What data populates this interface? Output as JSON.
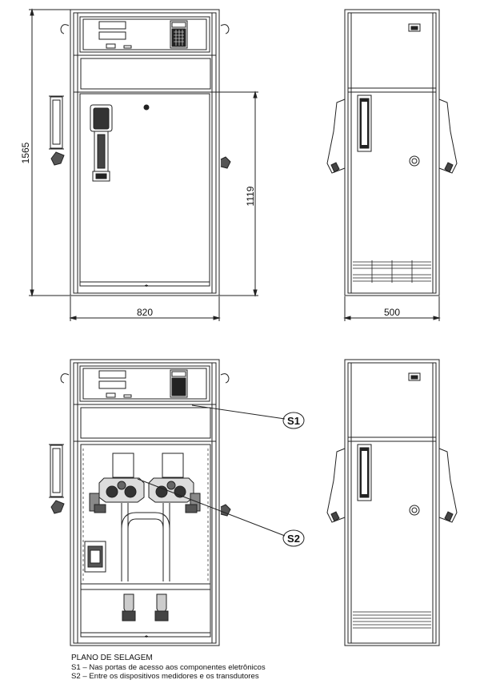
{
  "dimensions": {
    "height_total": "1565",
    "height_door": "1119",
    "width_front": "820",
    "width_side": "500"
  },
  "seals": {
    "s1": "S1",
    "s2": "S2"
  },
  "legend": {
    "title": "PLANO DE SELAGEM",
    "items": [
      "S1 – Nas portas de acesso aos componentes eletrônicos",
      "S2 – Entre os dispositivos medidores e os transdutores"
    ]
  }
}
